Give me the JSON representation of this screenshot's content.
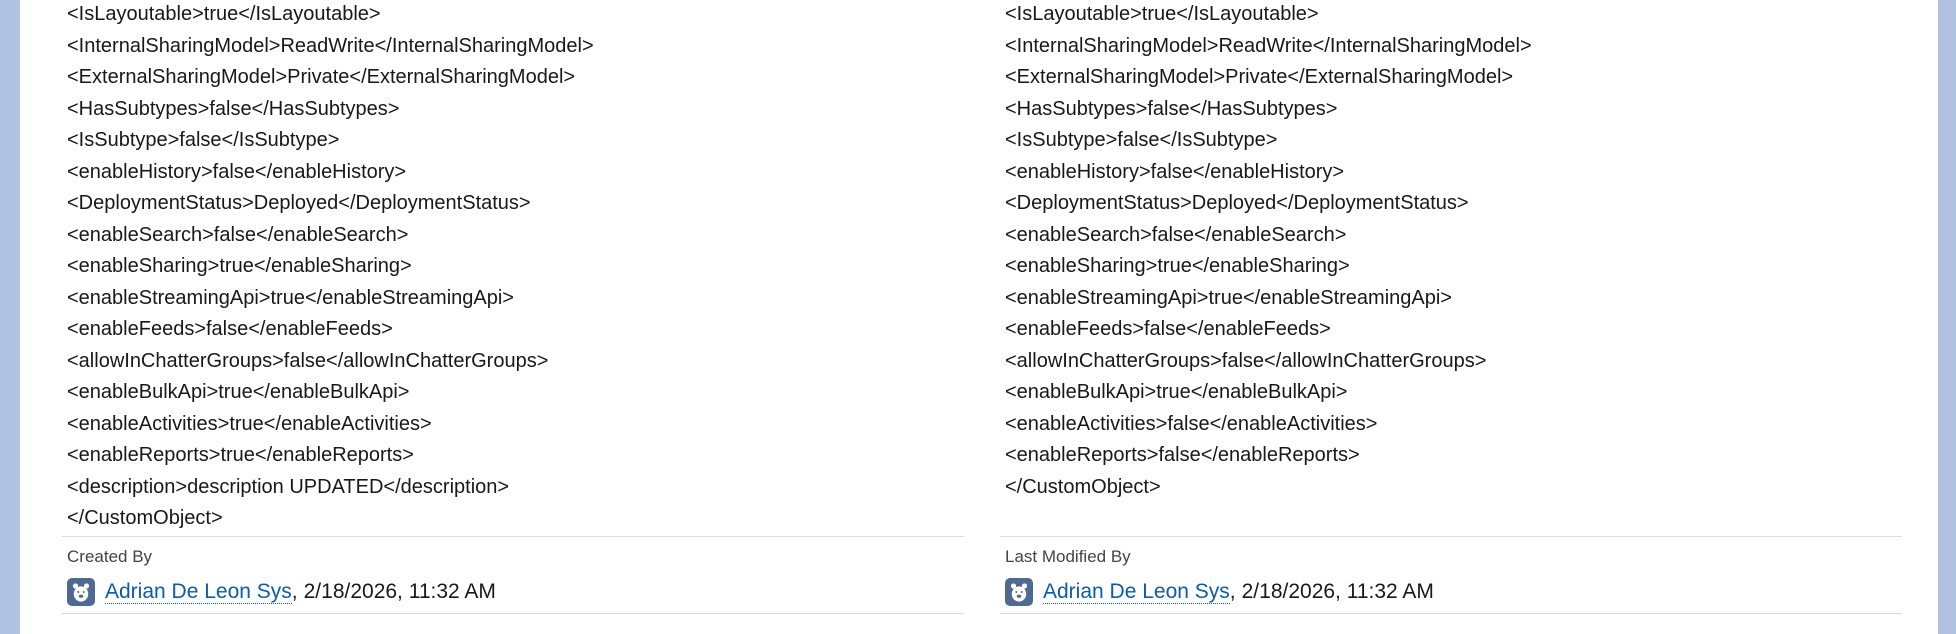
{
  "left": {
    "xml_lines": [
      "<IsLayoutable>true</IsLayoutable>",
      "<InternalSharingModel>ReadWrite</InternalSharingModel>",
      "<ExternalSharingModel>Private</ExternalSharingModel>",
      "<HasSubtypes>false</HasSubtypes>",
      "<IsSubtype>false</IsSubtype>",
      "<enableHistory>false</enableHistory>",
      "<DeploymentStatus>Deployed</DeploymentStatus>",
      "<enableSearch>false</enableSearch>",
      "<enableSharing>true</enableSharing>",
      "<enableStreamingApi>true</enableStreamingApi>",
      "<enableFeeds>false</enableFeeds>",
      "<allowInChatterGroups>false</allowInChatterGroups>",
      "<enableBulkApi>true</enableBulkApi>",
      "<enableActivities>true</enableActivities>",
      "<enableReports>true</enableReports>",
      "<description>description UPDATED</description>",
      "</CustomObject>"
    ],
    "meta_label": "Created By",
    "user_name": "Adrian De Leon Sys",
    "separator": ",",
    "timestamp": "2/18/2026, 11:32 AM"
  },
  "right": {
    "xml_lines": [
      "<IsLayoutable>true</IsLayoutable>",
      "<InternalSharingModel>ReadWrite</InternalSharingModel>",
      "<ExternalSharingModel>Private</ExternalSharingModel>",
      "<HasSubtypes>false</HasSubtypes>",
      "<IsSubtype>false</IsSubtype>",
      "<enableHistory>false</enableHistory>",
      "<DeploymentStatus>Deployed</DeploymentStatus>",
      "<enableSearch>false</enableSearch>",
      "<enableSharing>true</enableSharing>",
      "<enableStreamingApi>true</enableStreamingApi>",
      "<enableFeeds>false</enableFeeds>",
      "<allowInChatterGroups>false</allowInChatterGroups>",
      "<enableBulkApi>true</enableBulkApi>",
      "<enableActivities>false</enableActivities>",
      "<enableReports>false</enableReports>",
      "</CustomObject>"
    ],
    "meta_label": "Last Modified By",
    "user_name": "Adrian De Leon Sys",
    "separator": ",",
    "timestamp": "2/18/2026, 11:32 AM"
  },
  "icons": {
    "avatar": "user-avatar-icon"
  },
  "colors": {
    "page_background": "#b0c1e1",
    "link": "#0b5cab",
    "avatar_background": "#4f6a92"
  }
}
